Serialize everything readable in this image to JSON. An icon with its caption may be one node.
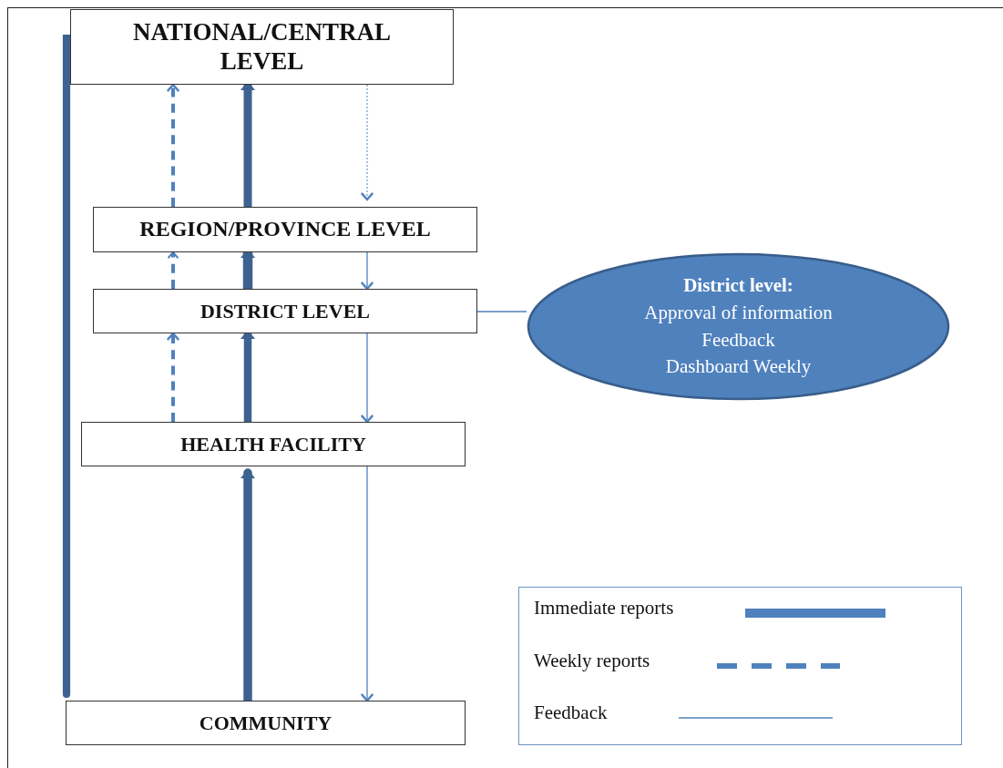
{
  "diagram": {
    "nodes": [
      {
        "text": [
          "NATIONAL/CENTRAL LEVEL"
        ]
      },
      {
        "text": [
          "REGION/PROVINCE LEVEL"
        ]
      },
      {
        "text": [
          "DISTRICT LEVEL"
        ]
      },
      {
        "text": [
          "HEALTH FACILITY"
        ]
      },
      {
        "text": [
          "COMMUNITY"
        ]
      },
      {
        "text": [
          "District level:",
          "Approval of information",
          "Feedback",
          "Dashboard Weekly"
        ]
      }
    ],
    "edges": [
      {
        "from": 4,
        "to": 0,
        "arrow": "none",
        "style": "thick",
        "color": "#3d6290"
      },
      {
        "from": 1,
        "to": 0,
        "arrow": "to",
        "style": "dashed"
      },
      {
        "from": 1,
        "to": 0,
        "arrow": "to",
        "style": "thick",
        "color": "#3d6290"
      },
      {
        "from": 0,
        "to": 1,
        "arrow": "to",
        "style": "dashed"
      },
      {
        "from": 2,
        "to": 1,
        "arrow": "to",
        "style": "dashed"
      },
      {
        "from": 2,
        "to": 1,
        "arrow": "to",
        "style": "thick",
        "color": "#3d6290"
      },
      {
        "from": 1,
        "to": 2,
        "arrow": "to"
      },
      {
        "from": 2,
        "to": 5,
        "arrow": "none"
      },
      {
        "from": 3,
        "to": 2,
        "arrow": "to",
        "style": "dashed"
      },
      {
        "from": 3,
        "to": 2,
        "arrow": "to",
        "style": "thick",
        "color": "#3d6290"
      },
      {
        "from": 2,
        "to": 3,
        "arrow": "to"
      },
      {
        "from": 4,
        "to": 3,
        "arrow": "to",
        "style": "thick",
        "color": "#3d6290"
      },
      {
        "from": 3,
        "to": 4,
        "arrow": "to"
      }
    ],
    "legend": [
      {
        "text": "Immediate reports"
      },
      {
        "text": "Weekly reports"
      },
      {
        "text": "Feedback"
      }
    ]
  }
}
